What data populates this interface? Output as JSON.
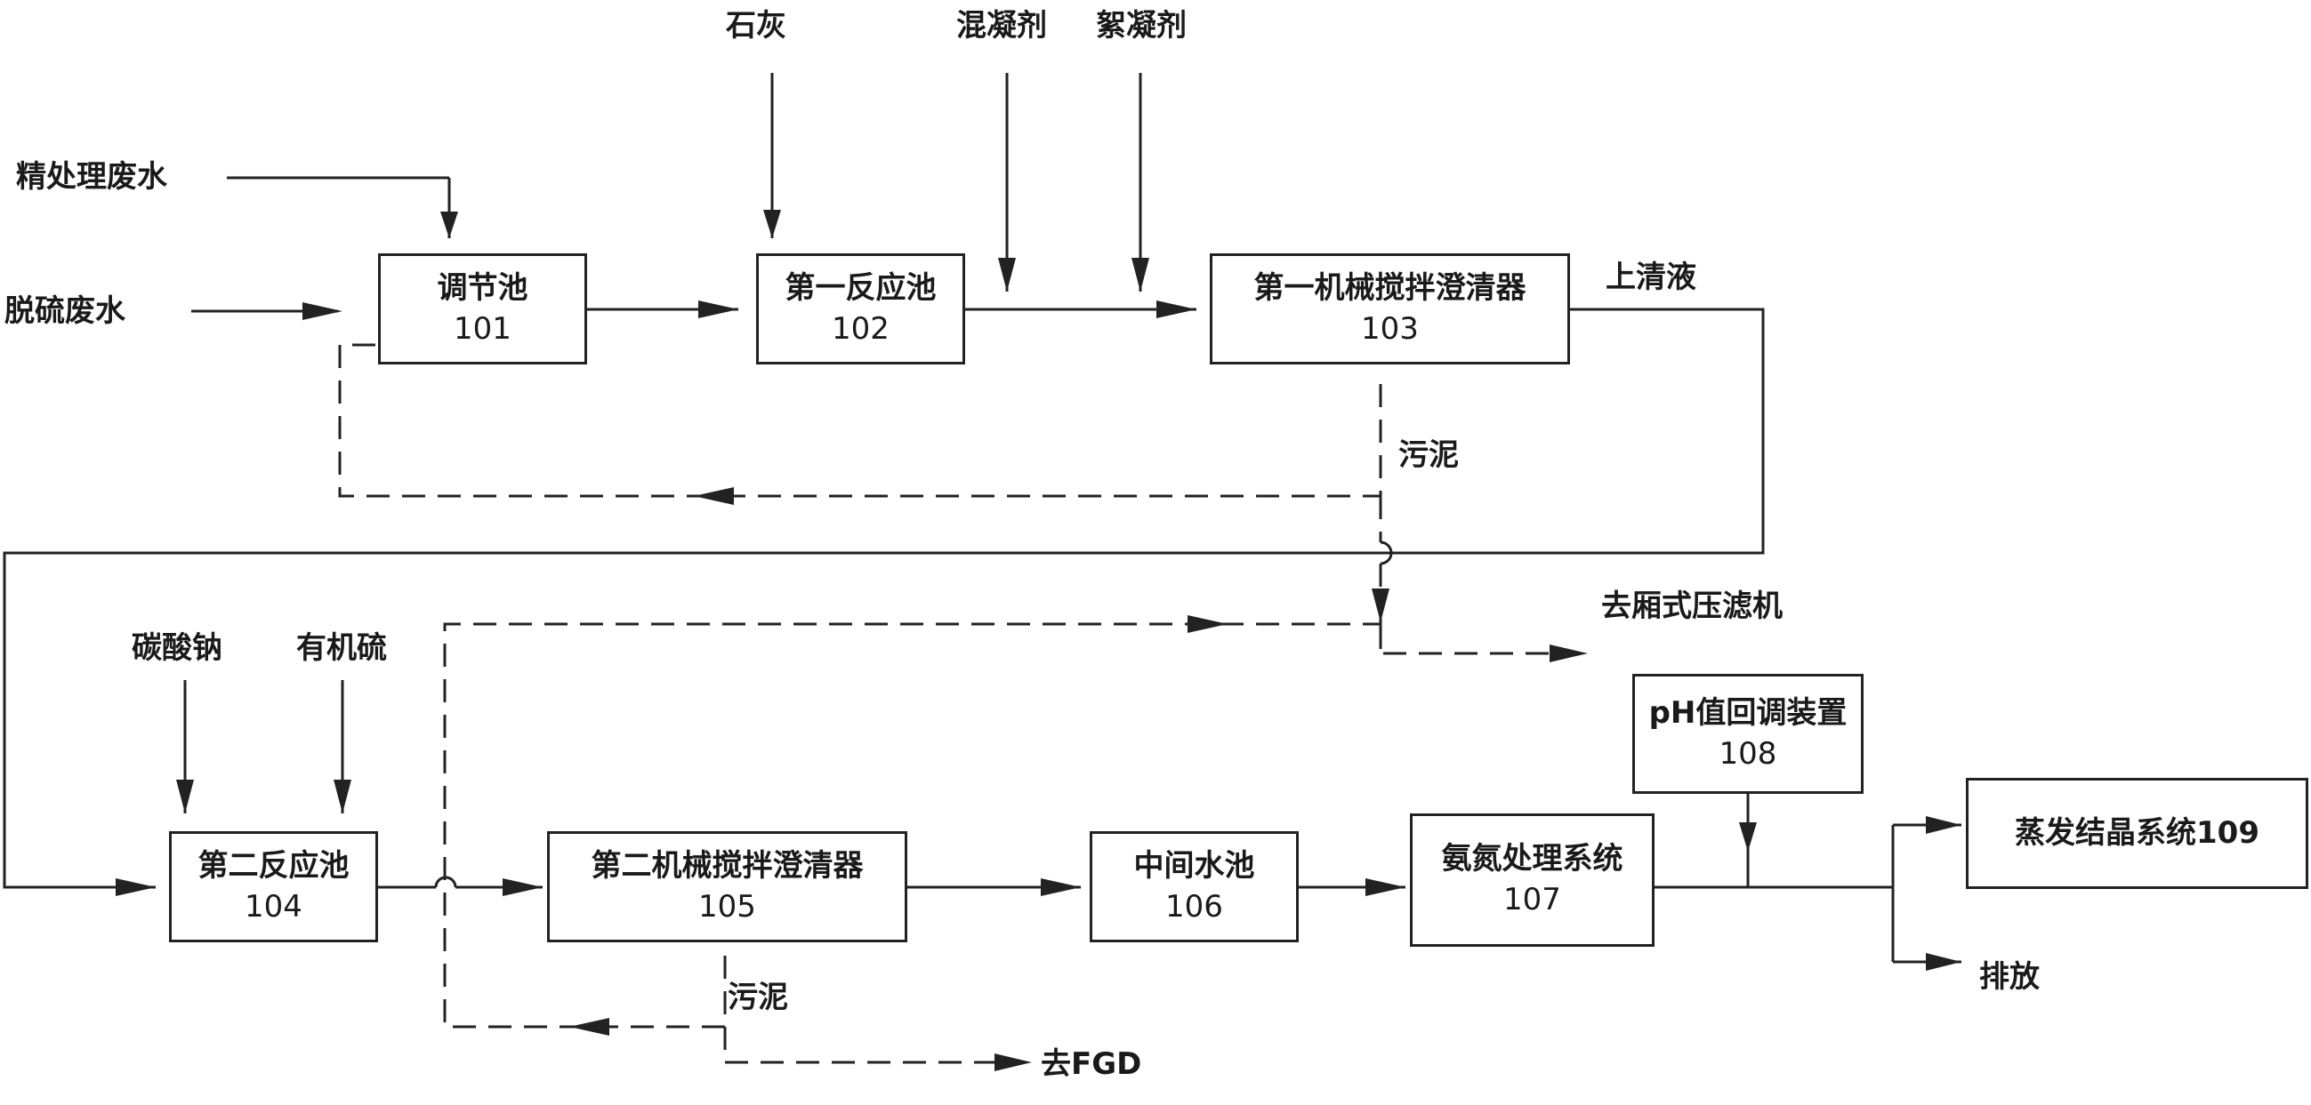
{
  "colors": {
    "line": "#222222",
    "background": "#ffffff"
  },
  "inputs": {
    "refine_wastewater": "精处理废水",
    "desulfur_wastewater": "脱硫废水",
    "lime": "石灰",
    "coagulant": "混凝剂",
    "flocculant": "絮凝剂",
    "sodium_carbonate": "碳酸钠",
    "organosulfur": "有机硫"
  },
  "units": {
    "u101": {
      "name": "调节池",
      "id": "101"
    },
    "u102": {
      "name": "第一反应池",
      "id": "102"
    },
    "u103": {
      "name": "第一机械搅拌澄清器",
      "id": "103"
    },
    "u104": {
      "name": "第二反应池",
      "id": "104"
    },
    "u105": {
      "name": "第二机械搅拌澄清器",
      "id": "105"
    },
    "u106": {
      "name": "中间水池",
      "id": "106"
    },
    "u107": {
      "name": "氨氮处理系统",
      "id": "107"
    },
    "u108": {
      "name": "pH值回调装置",
      "id": "108"
    },
    "u109": {
      "name": "蒸发结晶系统109"
    }
  },
  "labels": {
    "supernatant": "上清液",
    "sludge_1": "污泥",
    "to_filter_press": "去厢式压滤机",
    "sludge_2": "污泥",
    "to_fgd": "去FGD",
    "discharge": "排放"
  }
}
